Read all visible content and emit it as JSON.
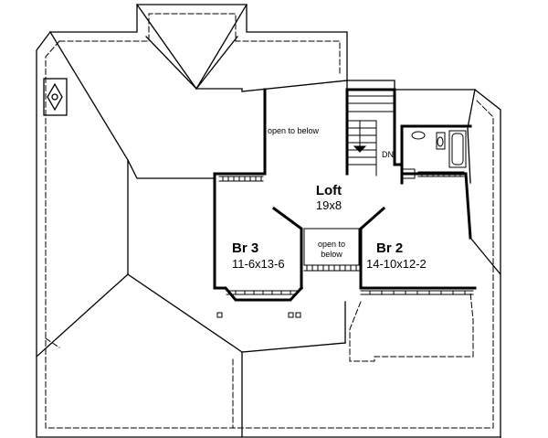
{
  "plan": {
    "rooms": {
      "loft": {
        "name": "Loft",
        "size": "19x8"
      },
      "br3": {
        "name": "Br 3",
        "size": "11-6x13-6"
      },
      "br2": {
        "name": "Br 2",
        "size": "14-10x12-2"
      }
    },
    "open_to_below_top": "open to below",
    "open_to_below_mid_line1": "open to",
    "open_to_below_mid_line2": "below",
    "stair_label": "DN"
  }
}
